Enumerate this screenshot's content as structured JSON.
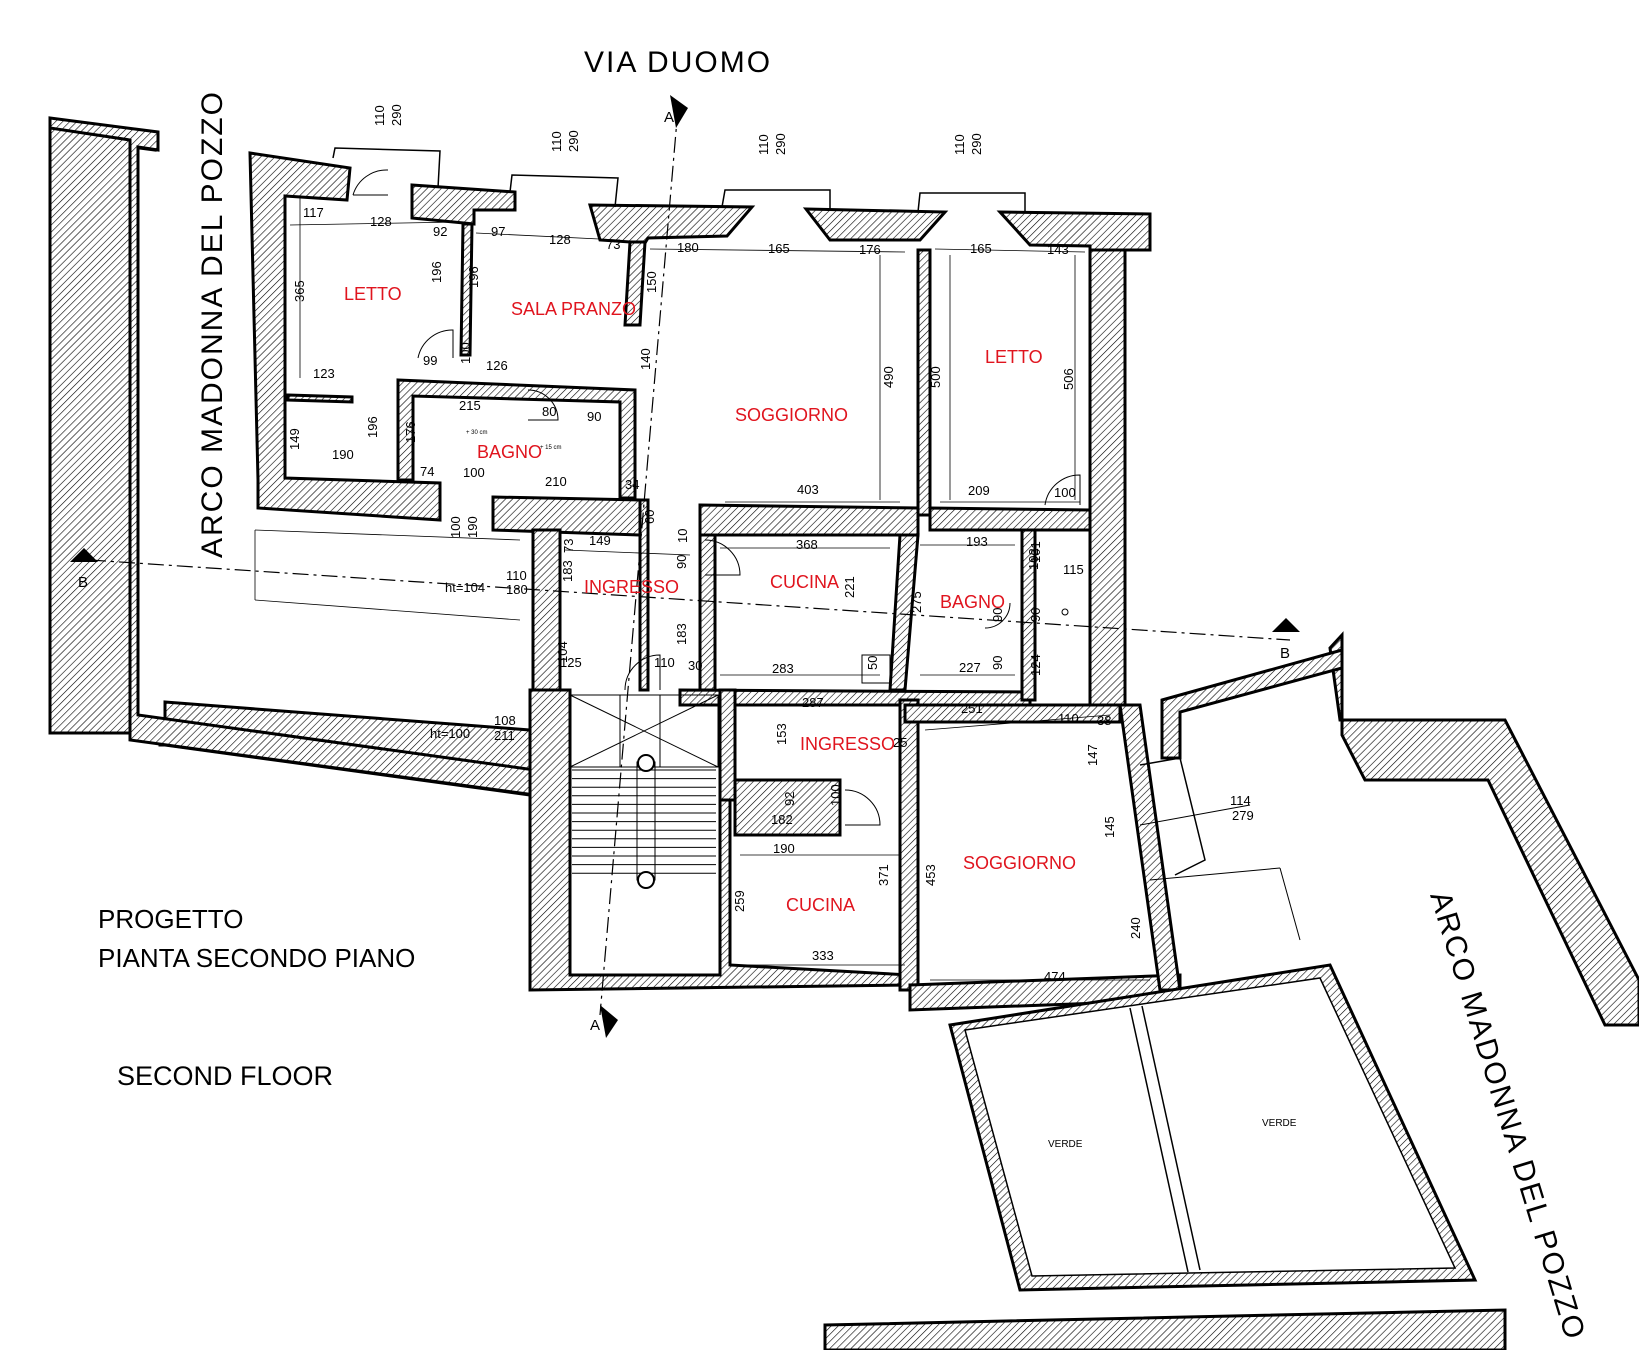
{
  "street_top": "VIA DUOMO",
  "street_left": "ARCO MADONNA DEL POZZO",
  "street_right": "ARCO MADONNA DEL POZZO",
  "title_line1": "PROGETTO",
  "title_line2": "PIANTA SECONDO PIANO",
  "subtitle": "SECOND FLOOR",
  "section_marks": {
    "a_top": "A",
    "a_bottom": "A",
    "b_left": "B",
    "b_right": "B"
  },
  "rooms": {
    "letto_left": "LETTO",
    "sala_pranzo": "SALA PRANZO",
    "soggiorno_top": "SOGGIORNO",
    "letto_right": "LETTO",
    "bagno_left": "BAGNO",
    "ingresso_top": "INGRESSO",
    "cucina_top": "CUCINA",
    "bagno_right": "BAGNO",
    "ingresso_bottom": "INGRESSO",
    "soggiorno_bottom": "SOGGIORNO",
    "cucina_bottom": "CUCINA",
    "verde_left": "VERDE",
    "verde_right": "VERDE"
  },
  "dimensions": [
    "110",
    "290",
    "110",
    "290",
    "110",
    "290",
    "110",
    "290",
    "117",
    "128",
    "92",
    "97",
    "128",
    "73",
    "180",
    "165",
    "176",
    "165",
    "143",
    "365",
    "196",
    "196",
    "150",
    "490",
    "500",
    "506",
    "99",
    "100",
    "126",
    "123",
    "140",
    "215",
    "80",
    "90",
    "149",
    "196",
    "176",
    "74",
    "100",
    "210",
    "34",
    "190",
    "403",
    "209",
    "100",
    "100",
    "190",
    "149",
    "73",
    "368",
    "193",
    "102",
    "101",
    "115",
    "110",
    "180",
    "183",
    "90",
    "10",
    "60",
    "221",
    "275",
    "90",
    "90",
    "ht=104",
    "104",
    "125",
    "110",
    "30",
    "183",
    "283",
    "50",
    "227",
    "90",
    "124",
    "287",
    "251",
    "110",
    "38",
    "153",
    "25",
    "108",
    "211",
    "ht=100",
    "182",
    "92",
    "100",
    "190",
    "147",
    "145",
    "114",
    "279",
    "259",
    "371",
    "453",
    "333",
    "474",
    "240",
    "+ 30 cm",
    "+ 15 cm"
  ]
}
